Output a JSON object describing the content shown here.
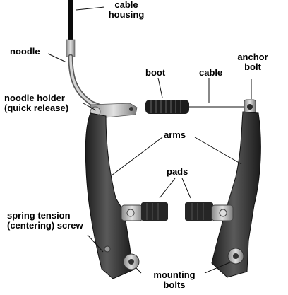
{
  "labels": {
    "cable_housing": [
      "cable",
      "housing"
    ],
    "noodle": "noodle",
    "boot": "boot",
    "cable": "cable",
    "anchor_bolt": [
      "anchor",
      "bolt"
    ],
    "noodle_holder": [
      "noodle holder",
      "(quick release)"
    ],
    "arms": "arms",
    "pads": "pads",
    "spring_tension": [
      "spring tension",
      "(centering) screw"
    ],
    "mounting_bolts": [
      "mounting",
      "bolts"
    ]
  },
  "colors": {
    "arm": "#2b2b2b",
    "arm_highlight": "#6a6a6a",
    "metal": "#b8b8b8",
    "metal_dark": "#7d7d7d",
    "boot": "#1c1c1c",
    "housing": "#0a0a0a",
    "leader": "#111111"
  }
}
